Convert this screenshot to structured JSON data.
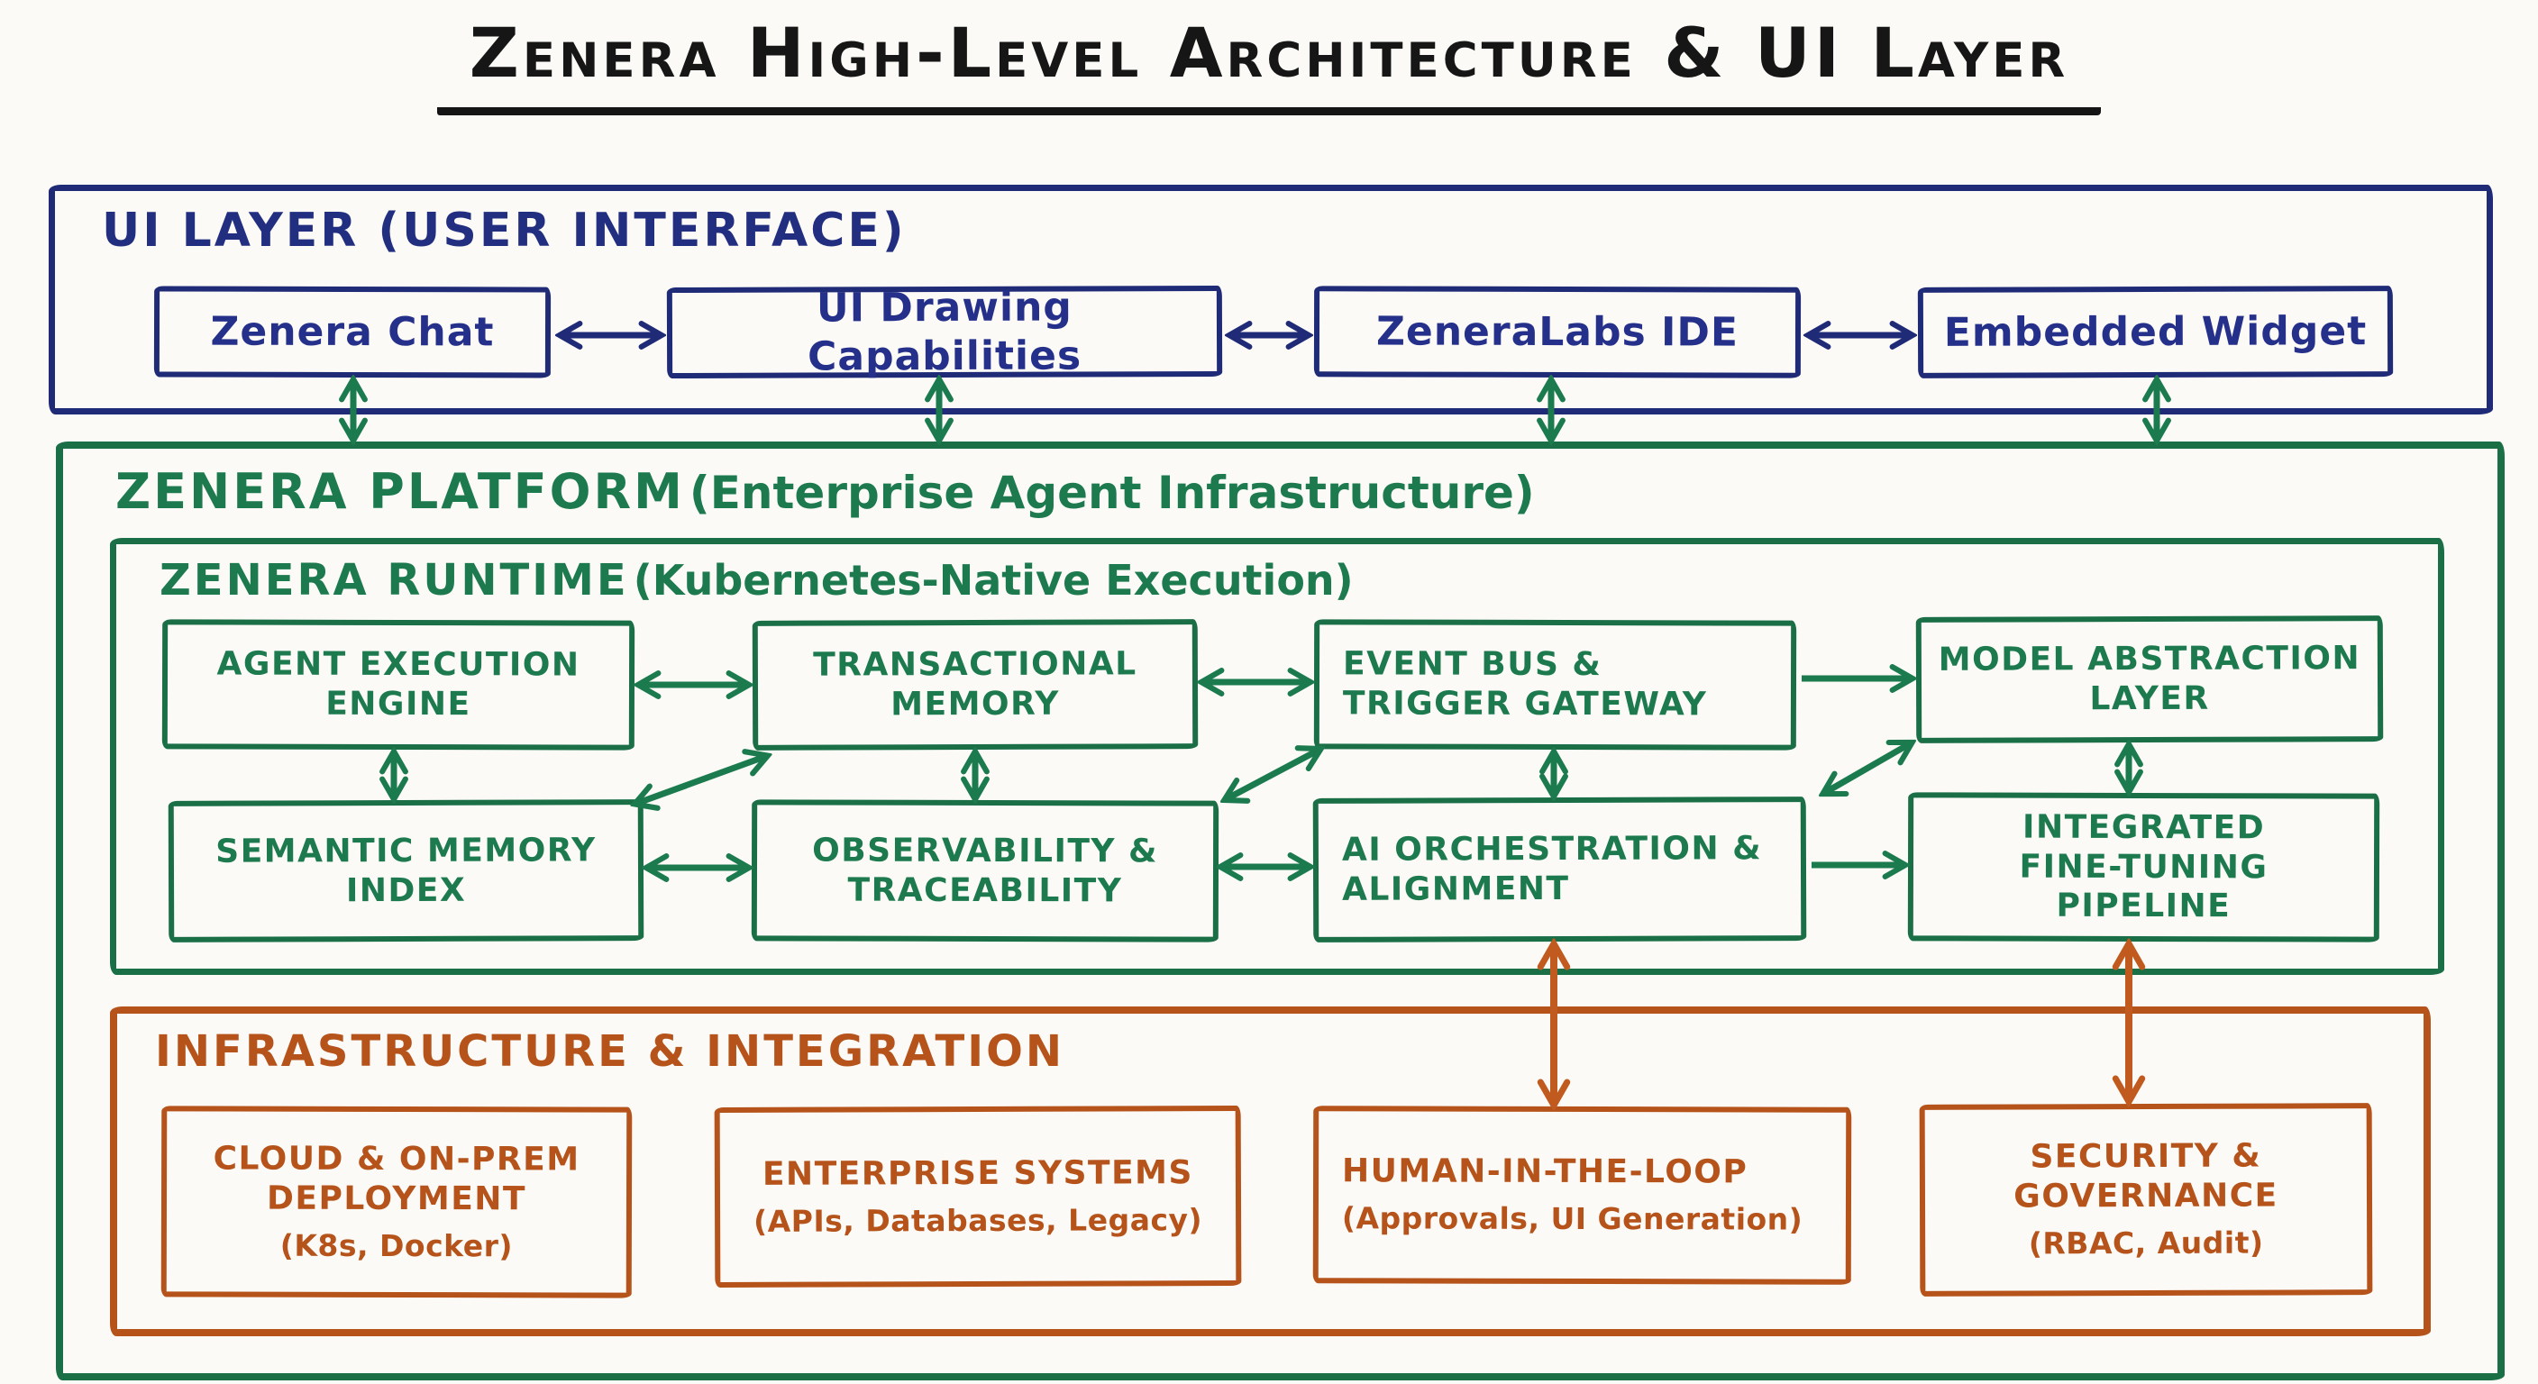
{
  "title": "Zenera High-Level Architecture & UI Layer",
  "colors": {
    "ink": "#161616",
    "blue": "#25308a",
    "green": "#1d7a4e",
    "orange": "#b5531b"
  },
  "ui_layer": {
    "heading": "UI LAYER (USER INTERFACE)",
    "nodes": [
      {
        "id": "zenera-chat",
        "label": "Zenera Chat"
      },
      {
        "id": "ui-drawing-capabilities",
        "label": "UI Drawing Capabilities"
      },
      {
        "id": "zeneralabs-ide",
        "label": "ZeneraLabs IDE"
      },
      {
        "id": "embedded-widget",
        "label": "Embedded Widget"
      }
    ]
  },
  "platform": {
    "heading": "ZENERA PLATFORM",
    "subheading": "(Enterprise Agent Infrastructure)",
    "runtime": {
      "heading": "ZENERA RUNTIME",
      "subheading": "(Kubernetes-Native Execution)",
      "row1": [
        {
          "id": "agent-execution-engine",
          "label": "AGENT EXECUTION ENGINE"
        },
        {
          "id": "transactional-memory",
          "label": "TRANSACTIONAL MEMORY"
        },
        {
          "id": "event-bus-trigger-gateway",
          "label": "EVENT BUS & TRIGGER GATEWAY"
        },
        {
          "id": "model-abstraction-layer",
          "label": "MODEL ABSTRACTION LAYER"
        }
      ],
      "row2": [
        {
          "id": "semantic-memory-index",
          "label": "SEMANTIC MEMORY INDEX"
        },
        {
          "id": "observability-traceability",
          "label": "OBSERVABILITY & TRACEABILITY"
        },
        {
          "id": "ai-orchestration-alignment",
          "label": "AI ORCHESTRATION & ALIGNMENT"
        },
        {
          "id": "integrated-fine-tuning-pipeline",
          "label": "INTEGRATED FINE-TUNING PIPELINE"
        }
      ]
    },
    "infrastructure": {
      "heading": "INFRASTRUCTURE & INTEGRATION",
      "nodes": [
        {
          "id": "cloud-on-prem-deployment",
          "title": "CLOUD & ON-PREM DEPLOYMENT",
          "subtitle": "(K8s, Docker)"
        },
        {
          "id": "enterprise-systems",
          "title": "ENTERPRISE SYSTEMS",
          "subtitle": "(APIs, Databases, Legacy)"
        },
        {
          "id": "human-in-the-loop",
          "title": "HUMAN-IN-THE-LOOP",
          "subtitle": "(Approvals, UI Generation)"
        },
        {
          "id": "security-governance",
          "title": "SECURITY & GOVERNANCE",
          "subtitle": "(RBAC, Audit)"
        }
      ]
    }
  },
  "edges": [
    {
      "from": "zenera-chat",
      "to": "ui-drawing-capabilities",
      "style": "bidirectional",
      "color": "blue"
    },
    {
      "from": "ui-drawing-capabilities",
      "to": "zeneralabs-ide",
      "style": "bidirectional",
      "color": "blue"
    },
    {
      "from": "zeneralabs-ide",
      "to": "embedded-widget",
      "style": "bidirectional",
      "color": "blue"
    },
    {
      "from": "zenera-chat",
      "to": "zenera-platform",
      "style": "bidirectional",
      "color": "green"
    },
    {
      "from": "ui-drawing-capabilities",
      "to": "zenera-platform",
      "style": "bidirectional",
      "color": "green"
    },
    {
      "from": "zeneralabs-ide",
      "to": "zenera-platform",
      "style": "bidirectional",
      "color": "green"
    },
    {
      "from": "embedded-widget",
      "to": "zenera-platform",
      "style": "bidirectional",
      "color": "green"
    },
    {
      "from": "agent-execution-engine",
      "to": "transactional-memory",
      "style": "bidirectional",
      "color": "green"
    },
    {
      "from": "transactional-memory",
      "to": "event-bus-trigger-gateway",
      "style": "bidirectional",
      "color": "green"
    },
    {
      "from": "event-bus-trigger-gateway",
      "to": "model-abstraction-layer",
      "style": "single",
      "color": "green"
    },
    {
      "from": "semantic-memory-index",
      "to": "observability-traceability",
      "style": "bidirectional",
      "color": "green"
    },
    {
      "from": "observability-traceability",
      "to": "ai-orchestration-alignment",
      "style": "bidirectional",
      "color": "green"
    },
    {
      "from": "ai-orchestration-alignment",
      "to": "integrated-fine-tuning-pipeline",
      "style": "single",
      "color": "green"
    },
    {
      "from": "agent-execution-engine",
      "to": "semantic-memory-index",
      "style": "bidirectional",
      "color": "green"
    },
    {
      "from": "transactional-memory",
      "to": "observability-traceability",
      "style": "bidirectional",
      "color": "green"
    },
    {
      "from": "event-bus-trigger-gateway",
      "to": "ai-orchestration-alignment",
      "style": "bidirectional",
      "color": "green"
    },
    {
      "from": "model-abstraction-layer",
      "to": "integrated-fine-tuning-pipeline",
      "style": "bidirectional",
      "color": "green"
    },
    {
      "from": "transactional-memory",
      "to": "semantic-memory-index",
      "style": "bidirectional",
      "color": "green",
      "shape": "diagonal"
    },
    {
      "from": "event-bus-trigger-gateway",
      "to": "observability-traceability",
      "style": "bidirectional",
      "color": "green",
      "shape": "diagonal"
    },
    {
      "from": "model-abstraction-layer",
      "to": "ai-orchestration-alignment",
      "style": "bidirectional",
      "color": "green",
      "shape": "diagonal"
    },
    {
      "from": "ai-orchestration-alignment",
      "to": "human-in-the-loop",
      "style": "bidirectional",
      "color": "orange"
    },
    {
      "from": "integrated-fine-tuning-pipeline",
      "to": "security-governance",
      "style": "bidirectional",
      "color": "orange"
    }
  ]
}
